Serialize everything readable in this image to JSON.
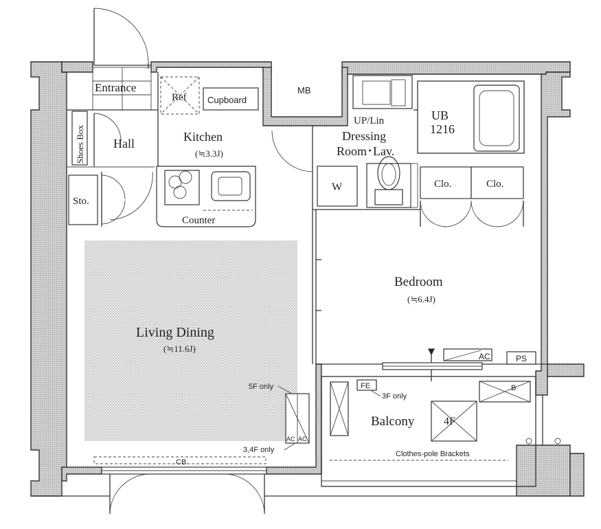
{
  "rooms": {
    "entrance": "Entrance",
    "hall": "Hall",
    "shoes_box": "Shoes Box",
    "storage": "Sto.",
    "kitchen": "Kitchen",
    "kitchen_size": "(≒3.3J)",
    "ref": "Ref",
    "cupboard": "Cupboard",
    "counter": "Counter",
    "mb": "MB",
    "up_lin": "UP/Lin",
    "dressing_room_1": "Dressing",
    "dressing_room_2": "Room･Lav.",
    "ub": "UB",
    "ub_size": "1216",
    "w": "W",
    "closet_1": "Clo.",
    "closet_2": "Clo.",
    "bedroom": "Bedroom",
    "bedroom_size": "(≒6.4J)",
    "living_dining": "Living Dining",
    "living_dining_size": "(≒11.6J)",
    "balcony": "Balcony"
  },
  "annotations": {
    "ac_bedroom": "AC",
    "ps": "PS",
    "fe": "FE",
    "floor_3f": "3F only",
    "floor_5f": "5F only",
    "floor_34f": "3,4F only",
    "ac_living_1": "AC",
    "ac_living_2": "AC",
    "floor_4f": "4F",
    "clothes_pole": "Clothes-pole Brackets",
    "cb": "CB",
    "b_mark": "B"
  },
  "colors": {
    "wall_fill": "#c9c9c9",
    "living_hatch": "#d9d9d9",
    "ink": "#222222"
  }
}
